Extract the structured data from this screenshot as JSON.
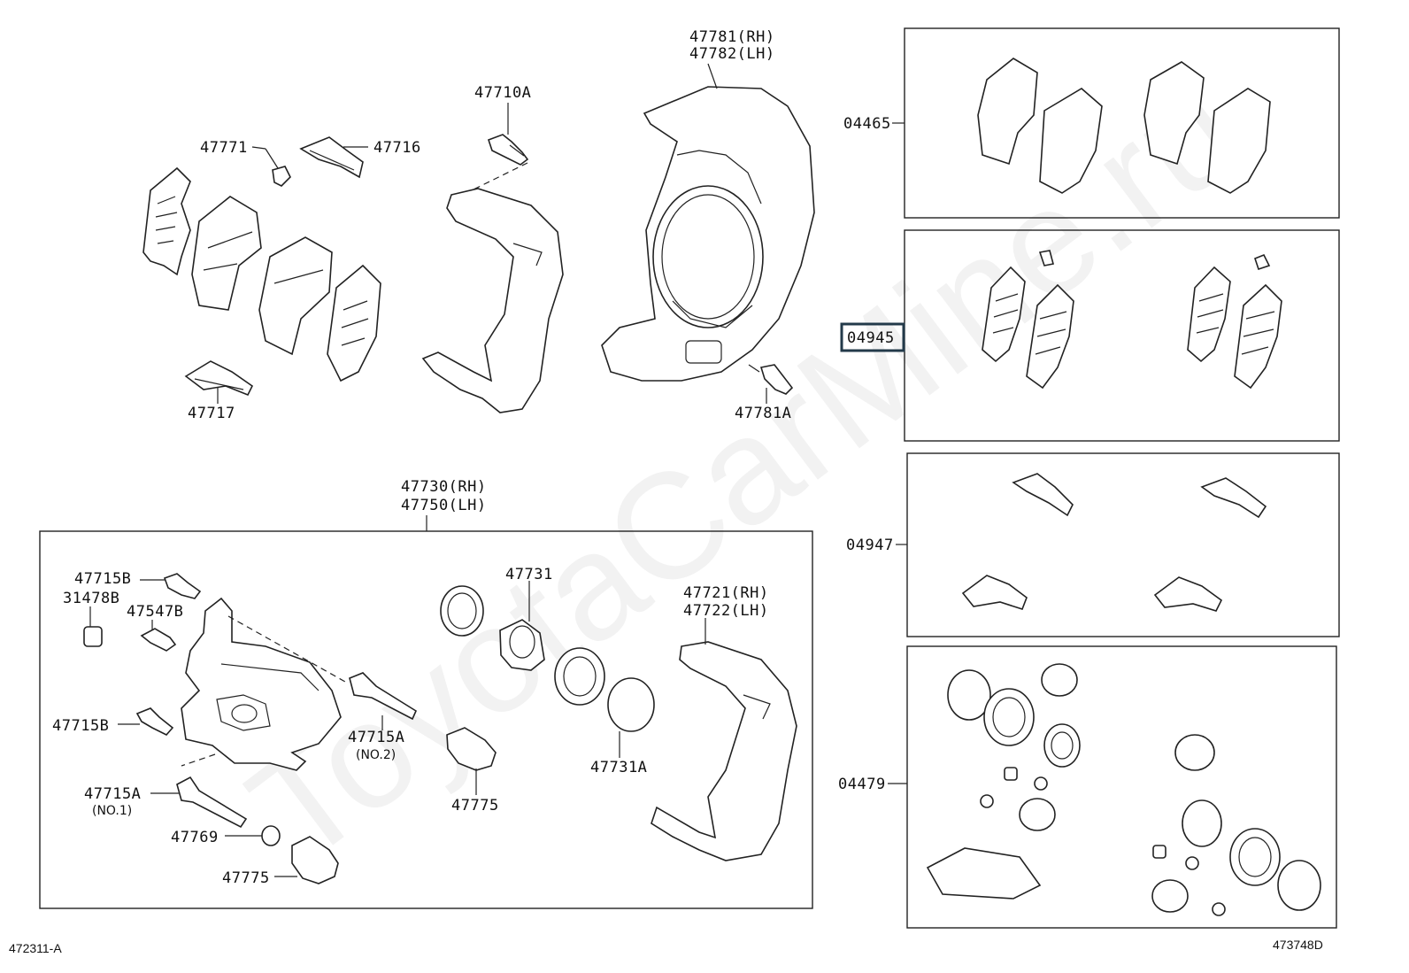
{
  "watermark": "ToyotaCarMine.ru",
  "labels": {
    "p47781": "47781(RH)",
    "p47782": "47782(LH)",
    "p47710A": "47710A",
    "p47771": "47771",
    "p47716": "47716",
    "p47717": "47717",
    "p47781A": "47781A",
    "p04465": "04465",
    "p04945": "04945",
    "p04947": "04947",
    "p04479": "04479",
    "p47730": "47730(RH)",
    "p47750": "47750(LH)",
    "p47715B_top": "47715B",
    "p31478B": "31478B",
    "p47547B": "47547B",
    "p47715B_mid": "47715B",
    "p47715A_no2": "47715A",
    "no2": "(NO.2)",
    "p47715A_no1": "47715A",
    "no1": "(NO.1)",
    "p47769": "47769",
    "p47775_left": "47775",
    "p47731": "47731",
    "p47775_mid": "47775",
    "p47731A": "47731A",
    "p47721": "47721(RH)",
    "p47722": "47722(LH)"
  },
  "footer": {
    "left_code": "472311-A",
    "right_code": "473748D"
  },
  "highlight_color": "#233a4a"
}
